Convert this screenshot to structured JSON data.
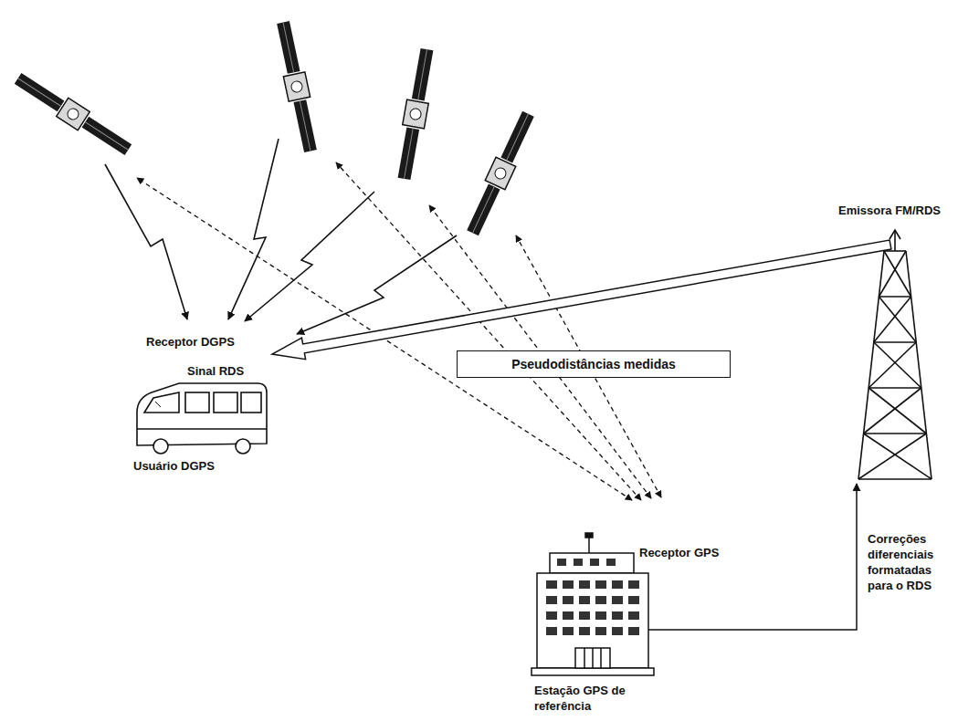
{
  "diagram": {
    "nodes": [
      {
        "text": [
          "Pseudodistâncias medidas"
        ]
      }
    ],
    "labels": [
      "Emissora FM/RDS",
      "Receptor DGPS",
      "Sinal RDS",
      "Usuário DGPS",
      "Receptor GPS",
      "Correções diferenciais formatadas para o RDS",
      "Estação GPS de referência"
    ]
  }
}
